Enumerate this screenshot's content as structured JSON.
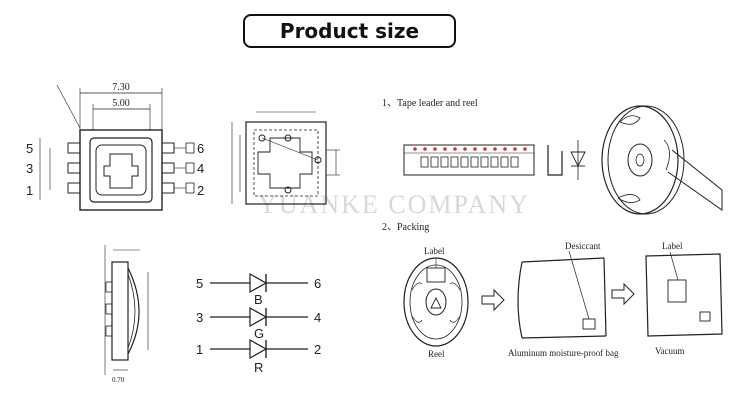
{
  "title": "Product size",
  "watermark": "YUANKE COMPANY",
  "dimensions": {
    "outer_width": "7.30",
    "inner_width": "5.00"
  },
  "pin_labels": {
    "left_top": "5",
    "left_mid": "3",
    "left_bot": "1",
    "right_top": "6",
    "right_mid": "4",
    "right_bot": "2"
  },
  "schematic": {
    "rows": [
      {
        "left": "5",
        "right": "6",
        "color": "B"
      },
      {
        "left": "3",
        "right": "4",
        "color": "G"
      },
      {
        "left": "1",
        "right": "2",
        "color": "R"
      }
    ]
  },
  "side_view": {
    "bottom_dim": "0.70"
  },
  "packaging": {
    "section1": "1、Tape leader and reel",
    "section2": "2、Packing",
    "label_top": "Label",
    "desiccant": "Desiccant",
    "label_right": "Label",
    "reel_caption": "Reel",
    "bag_caption": "Aluminum moisture-proof  bag",
    "vacuum_caption": "Vacuum"
  }
}
